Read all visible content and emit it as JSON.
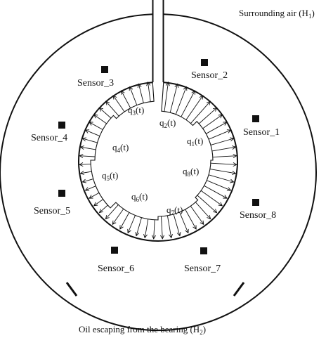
{
  "diagram": {
    "surrounding_air": {
      "text": "Surrounding air (H",
      "sub": "1",
      "close": ")"
    },
    "oil_escaping": {
      "text": "Oil escaping from the bearing (H",
      "sub": "2",
      "close": ")"
    }
  },
  "sensors": [
    {
      "id": "1",
      "label": "Sensor_1"
    },
    {
      "id": "2",
      "label": "Sensor_2"
    },
    {
      "id": "3",
      "label": "Sensor_3"
    },
    {
      "id": "4",
      "label": "Sensor_4"
    },
    {
      "id": "5",
      "label": "Sensor_5"
    },
    {
      "id": "6",
      "label": "Sensor_6"
    },
    {
      "id": "7",
      "label": "Sensor_7"
    },
    {
      "id": "8",
      "label": "Sensor_8"
    }
  ],
  "heat_fluxes": [
    {
      "id": "1",
      "base": "q",
      "sub": "1",
      "arg": "(t)"
    },
    {
      "id": "2",
      "base": "q",
      "sub": "2",
      "arg": "(t)"
    },
    {
      "id": "3",
      "base": "q",
      "sub": "3",
      "arg": "(t)"
    },
    {
      "id": "4",
      "base": "q",
      "sub": "4",
      "arg": "(t)"
    },
    {
      "id": "5",
      "base": "q",
      "sub": "5",
      "arg": "(t)"
    },
    {
      "id": "6",
      "base": "q",
      "sub": "6",
      "arg": "(t)"
    },
    {
      "id": "7",
      "base": "q",
      "sub": "7",
      "arg": "(t)"
    },
    {
      "id": "8",
      "base": "q",
      "sub": "8",
      "arg": "(t)"
    }
  ]
}
